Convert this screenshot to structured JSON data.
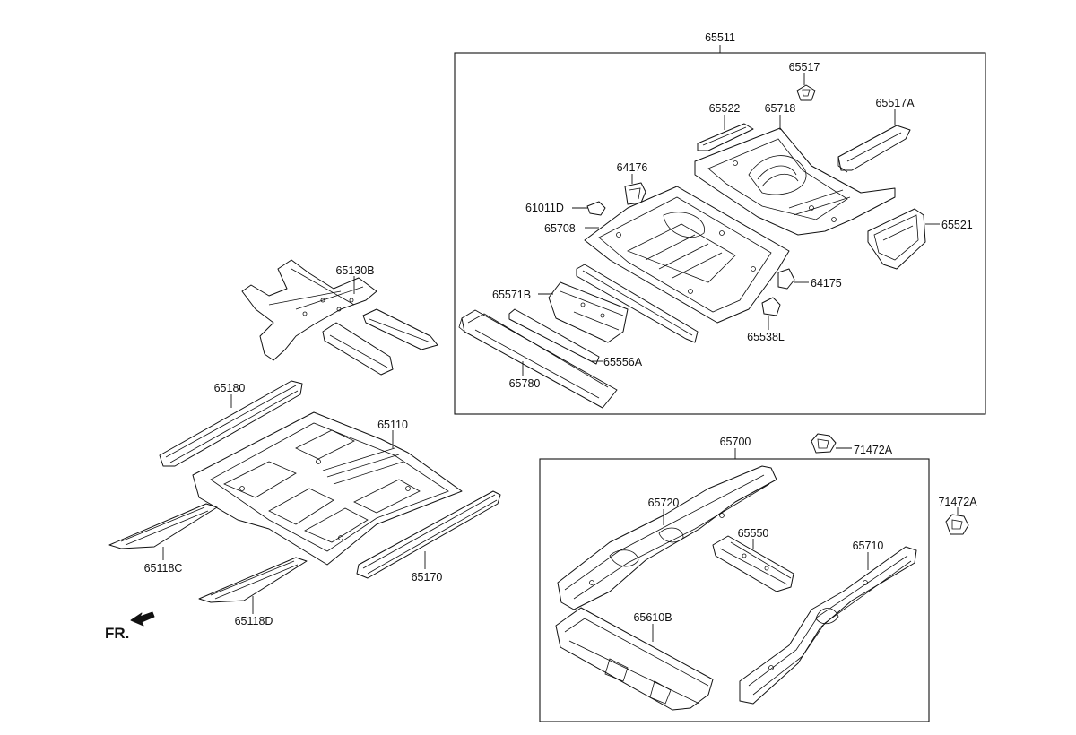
{
  "labels": {
    "p65511": "65511",
    "p65517": "65517",
    "p65522": "65522",
    "p65718": "65718",
    "p65517A": "65517A",
    "p64176": "64176",
    "p61011D": "61011D",
    "p65708": "65708",
    "p65521": "65521",
    "p65130B": "65130B",
    "p64175": "64175",
    "p65571B": "65571B",
    "p65538L": "65538L",
    "p65556A": "65556A",
    "p65780": "65780",
    "p65180": "65180",
    "p65110": "65110",
    "p65700": "65700",
    "p71472A_1": "71472A",
    "p71472A_2": "71472A",
    "p65720": "65720",
    "p65550": "65550",
    "p65710": "65710",
    "p65118C": "65118C",
    "p65170": "65170",
    "p65610B": "65610B",
    "p65118D": "65118D",
    "front": "FR."
  }
}
